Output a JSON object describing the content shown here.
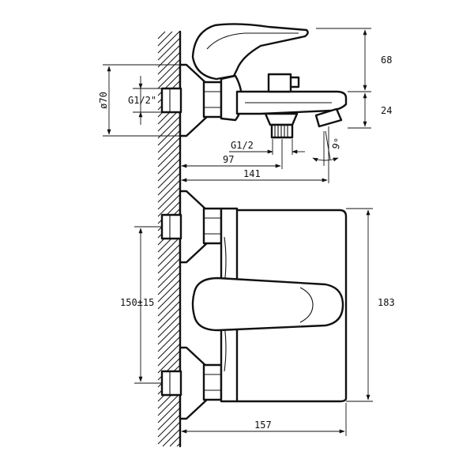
{
  "dimensions": {
    "height_top": "68",
    "height_spout": "24",
    "diameter_flange": "ø70",
    "thread_inlet": "G1/2\"",
    "thread_outlet": "G1/2",
    "angle_spout": "9°",
    "depth_outlet": "97",
    "depth_spout": "141",
    "inlet_spacing": "150±15",
    "height_body": "183",
    "depth_front": "157"
  }
}
